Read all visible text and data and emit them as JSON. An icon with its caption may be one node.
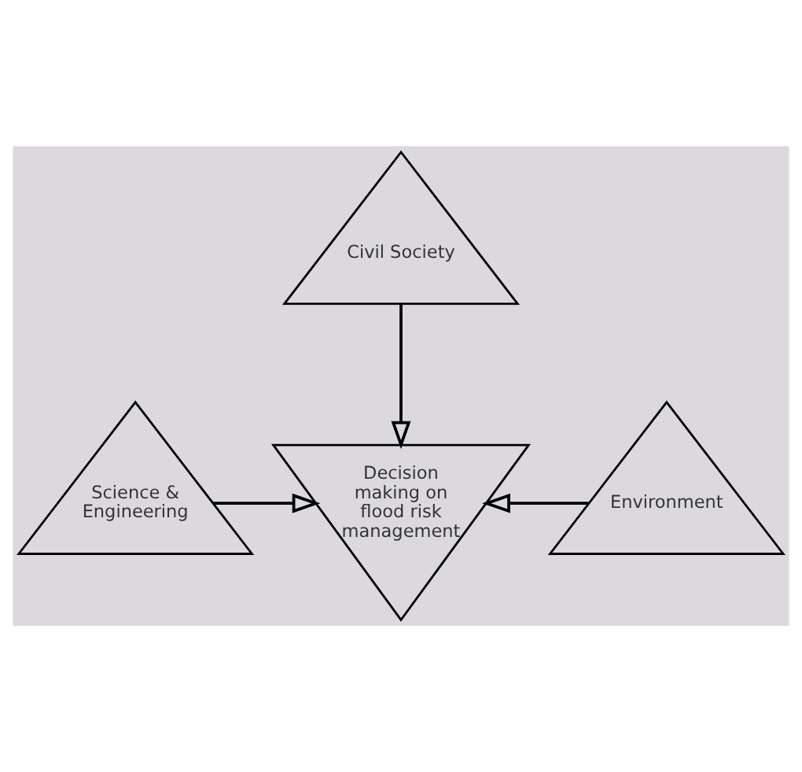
{
  "diagram": {
    "nodes": [
      {
        "text": [
          "Civil Society"
        ]
      },
      {
        "text": [
          "Decision making on flood risk management"
        ]
      },
      {
        "text": [
          "Science & Engineering"
        ]
      },
      {
        "text": [
          "Environment"
        ]
      }
    ],
    "edges": [
      {
        "from": 0,
        "to": 1,
        "arrow": "to"
      },
      {
        "from": 2,
        "to": 1,
        "arrow": "to"
      },
      {
        "from": 3,
        "to": 1,
        "arrow": "to"
      }
    ]
  }
}
